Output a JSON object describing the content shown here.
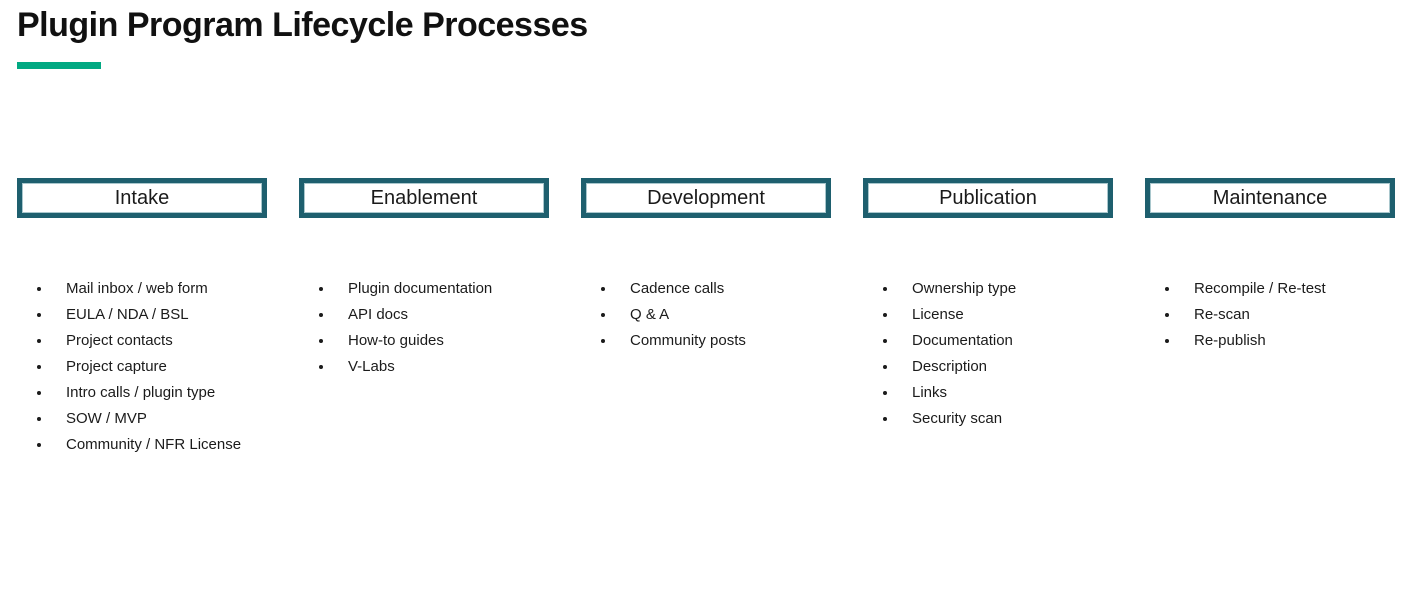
{
  "title": "Plugin Program Lifecycle Processes",
  "colors": {
    "accent_green": "#01A982",
    "box_border_teal": "#1E5F6E",
    "text": "#1b1b1b"
  },
  "columns": [
    {
      "title": "Intake",
      "items": [
        "Mail inbox / web form",
        "EULA / NDA / BSL",
        "Project contacts",
        "Project capture",
        "Intro calls / plugin type",
        "SOW / MVP",
        "Community / NFR License"
      ]
    },
    {
      "title": "Enablement",
      "items": [
        "Plugin documentation",
        "API docs",
        "How-to guides",
        "V-Labs"
      ]
    },
    {
      "title": "Development",
      "items": [
        "Cadence calls",
        "Q & A",
        "Community posts"
      ]
    },
    {
      "title": "Publication",
      "items": [
        "Ownership type",
        "License",
        "Documentation",
        "Description",
        "Links",
        "Security scan"
      ]
    },
    {
      "title": "Maintenance",
      "items": [
        "Recompile / Re-test",
        "Re-scan",
        "Re-publish"
      ]
    }
  ]
}
